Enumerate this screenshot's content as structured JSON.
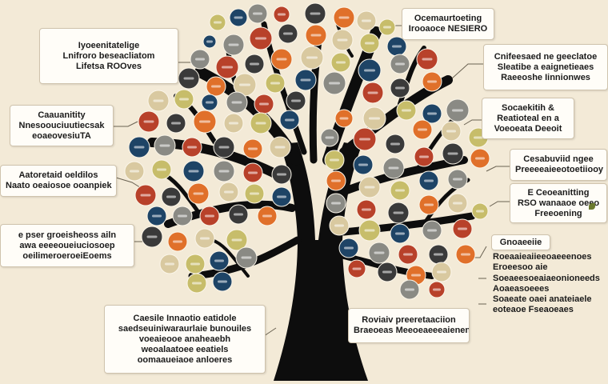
{
  "colors": {
    "background": "#f3ead7",
    "trunk": "#0d0d0d",
    "orange": "#e0702a",
    "red": "#b8412a",
    "navy": "#1e4466",
    "charcoal": "#3a3a3a",
    "olive": "#c7bd6a",
    "tan": "#d9c9a0",
    "grey": "#8a8a84",
    "callout_border": "#cfc3ad"
  },
  "callouts": [
    {
      "id": "top-left",
      "lines": [
        "Iyoeenitatelige",
        "Lnifroro beseacliatom",
        "Lifetsa ROOves"
      ]
    },
    {
      "id": "mid-left-1",
      "lines": [
        "Caauanitity",
        "Nnesoouciuutiecsak",
        "eoaeovesiuTA"
      ]
    },
    {
      "id": "mid-left-2",
      "lines": [
        "Aatoretaid oeldilos",
        "Naato oeaiosoe ooanpiek"
      ]
    },
    {
      "id": "mid-left-3",
      "lines": [
        "e pser groeisheoss ailn",
        "awa eeeeoueiuciosoep",
        "oeilimeroeroeiEoems"
      ]
    },
    {
      "id": "bottom-left",
      "lines": [
        "Caesile Innaotio eatidole",
        "saedseuiniwaraurlaie bunouiles",
        "voeaieooe anaheaebh",
        "weoalaatoee eeatiels",
        "oomaaueiaoe anloeres"
      ]
    },
    {
      "id": "top-center",
      "lines": [
        "Ocemaurtoeting",
        "Irooaoce NESIERO"
      ]
    },
    {
      "id": "top-right",
      "lines": [
        "Cnifeesaed ne geeclatoe",
        "Sleatibe a eaignetieaes",
        "Raeeoshe Iinnionwes"
      ]
    },
    {
      "id": "right-1",
      "lines": [
        "Socaekitih &",
        "Reatioteal en a",
        "Voeoeata Deeoit"
      ]
    },
    {
      "id": "right-2",
      "lines": [
        "Cesabuviid ngee",
        "Preeeeaieeotoetiiooy"
      ]
    },
    {
      "id": "right-3",
      "lines": [
        "E Ceoeanitting",
        "RSO wanaaoe oeeo",
        "Freeoening"
      ]
    },
    {
      "id": "right-4-title",
      "lines": [
        "Gnoaeeiie"
      ]
    },
    {
      "id": "right-4a",
      "lines": [
        "Roeaaieaiieeoaeeenoes",
        "Eroeesoo aie"
      ]
    },
    {
      "id": "right-4b",
      "lines": [
        "Soeaeesoeaiaeonioneeds",
        "Aoaeasoeees"
      ]
    },
    {
      "id": "right-4c",
      "lines": [
        "Soaeate oaei anateiaele",
        "eoteaoe Fseaoeaes"
      ]
    },
    {
      "id": "bottom-center",
      "lines": [
        "Roviaiv preeretaaciion",
        "Braeoeas Meeoeaeeeaienen"
      ]
    }
  ]
}
